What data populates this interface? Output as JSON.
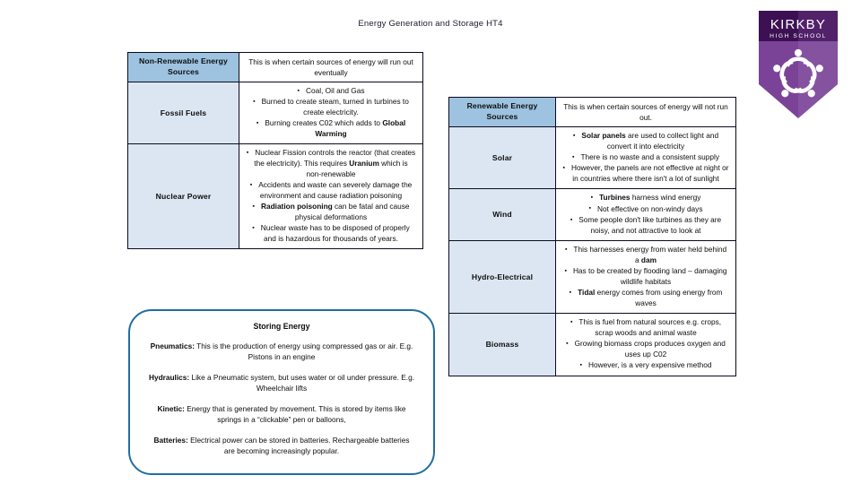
{
  "page": {
    "title": "Energy Generation and Storage HT4",
    "background": "#ffffff"
  },
  "colors": {
    "header_cell": "#9dc3e0",
    "label_cell": "#dce6f2",
    "table_border": "#0a0a1e",
    "rounded_box_border": "#1f6fa0",
    "logo_dark_purple": "#3c1053",
    "logo_purple": "#7b4397",
    "logo_purple_light": "#8e5fa8",
    "logo_text": "#ffffff"
  },
  "logo": {
    "name": "kirkby-high-school-logo",
    "line1": "KIRKBY",
    "line2": "HIGH SCHOOL"
  },
  "non_renewable_table": {
    "header": {
      "label": "Non-Renewable Energy Sources",
      "definition": "This is when certain sources of energy will run out eventually"
    },
    "rows": [
      {
        "label": "Fossil Fuels",
        "bullets": [
          {
            "text": "Coal, Oil and Gas"
          },
          {
            "text": "Burned to create steam, turned in turbines to create electricity."
          },
          {
            "pre": "Burning creates C02 which adds to ",
            "bold": "Global Warming",
            "post": ""
          }
        ]
      },
      {
        "label": "Nuclear Power",
        "bullets": [
          {
            "pre": "Nuclear Fission controls the reactor (that creates the electricity). This requires ",
            "bold": "Uranium",
            "post": " which is non-renewable"
          },
          {
            "text": "Accidents and waste can severely damage the environment and cause radiation poisoning"
          },
          {
            "pre": "",
            "bold": "Radiation poisoning",
            "post": " can be fatal and cause physical deformations"
          },
          {
            "text": "Nuclear waste has to be disposed of properly and is hazardous for thousands of years."
          }
        ]
      }
    ]
  },
  "renewable_table": {
    "header": {
      "label": "Renewable Energy Sources",
      "definition": "This is when certain sources of energy will not run out."
    },
    "rows": [
      {
        "label": "Solar",
        "bullets": [
          {
            "pre": "",
            "bold": "Solar panels",
            "post": " are used to collect light and convert it into electricity"
          },
          {
            "text": "There is no waste and a consistent supply"
          },
          {
            "text": "However, the panels are not effective at night or in countries where there isn't a lot of sunlight"
          }
        ]
      },
      {
        "label": "Wind",
        "bullets": [
          {
            "pre": "",
            "bold": "Turbines",
            "post": " harness wind energy"
          },
          {
            "text": "Not effective on non-windy days"
          },
          {
            "text": "Some people don't like turbines as they are noisy, and not attractive to look at"
          }
        ]
      },
      {
        "label": "Hydro-Electrical",
        "bullets": [
          {
            "pre": "This harnesses energy from water held behind a ",
            "bold": "dam",
            "post": ""
          },
          {
            "text": "Has to be created by flooding land – damaging wildlife habitats"
          },
          {
            "pre": "",
            "bold": "Tidal",
            "post": " energy comes from using energy from waves"
          }
        ]
      },
      {
        "label": "Biomass",
        "bullets": [
          {
            "text": "This is fuel from natural sources e.g. crops, scrap woods and animal waste"
          },
          {
            "text": "Growing biomass crops produces oxygen and uses up C02"
          },
          {
            "text": "However, is a very expensive method"
          }
        ]
      }
    ]
  },
  "storing_energy": {
    "title": "Storing Energy",
    "entries": [
      {
        "term": "Pneumatics:",
        "text": " This is the production of energy using compressed gas or air. E.g. Pistons in an engine"
      },
      {
        "term": "Hydraulics:",
        "text": " Like a Pneumatic system, but uses water or oil under pressure. E.g. Wheelchair lifts"
      },
      {
        "term": "Kinetic:",
        "text": " Energy that is generated by movement. This is stored by items like springs in a “clickable” pen or balloons,"
      },
      {
        "term": "Batteries:",
        "text": " Electrical power can be stored in batteries. Rechargeable batteries are becoming increasingly popular."
      }
    ]
  },
  "bullet_glyph": "▪"
}
